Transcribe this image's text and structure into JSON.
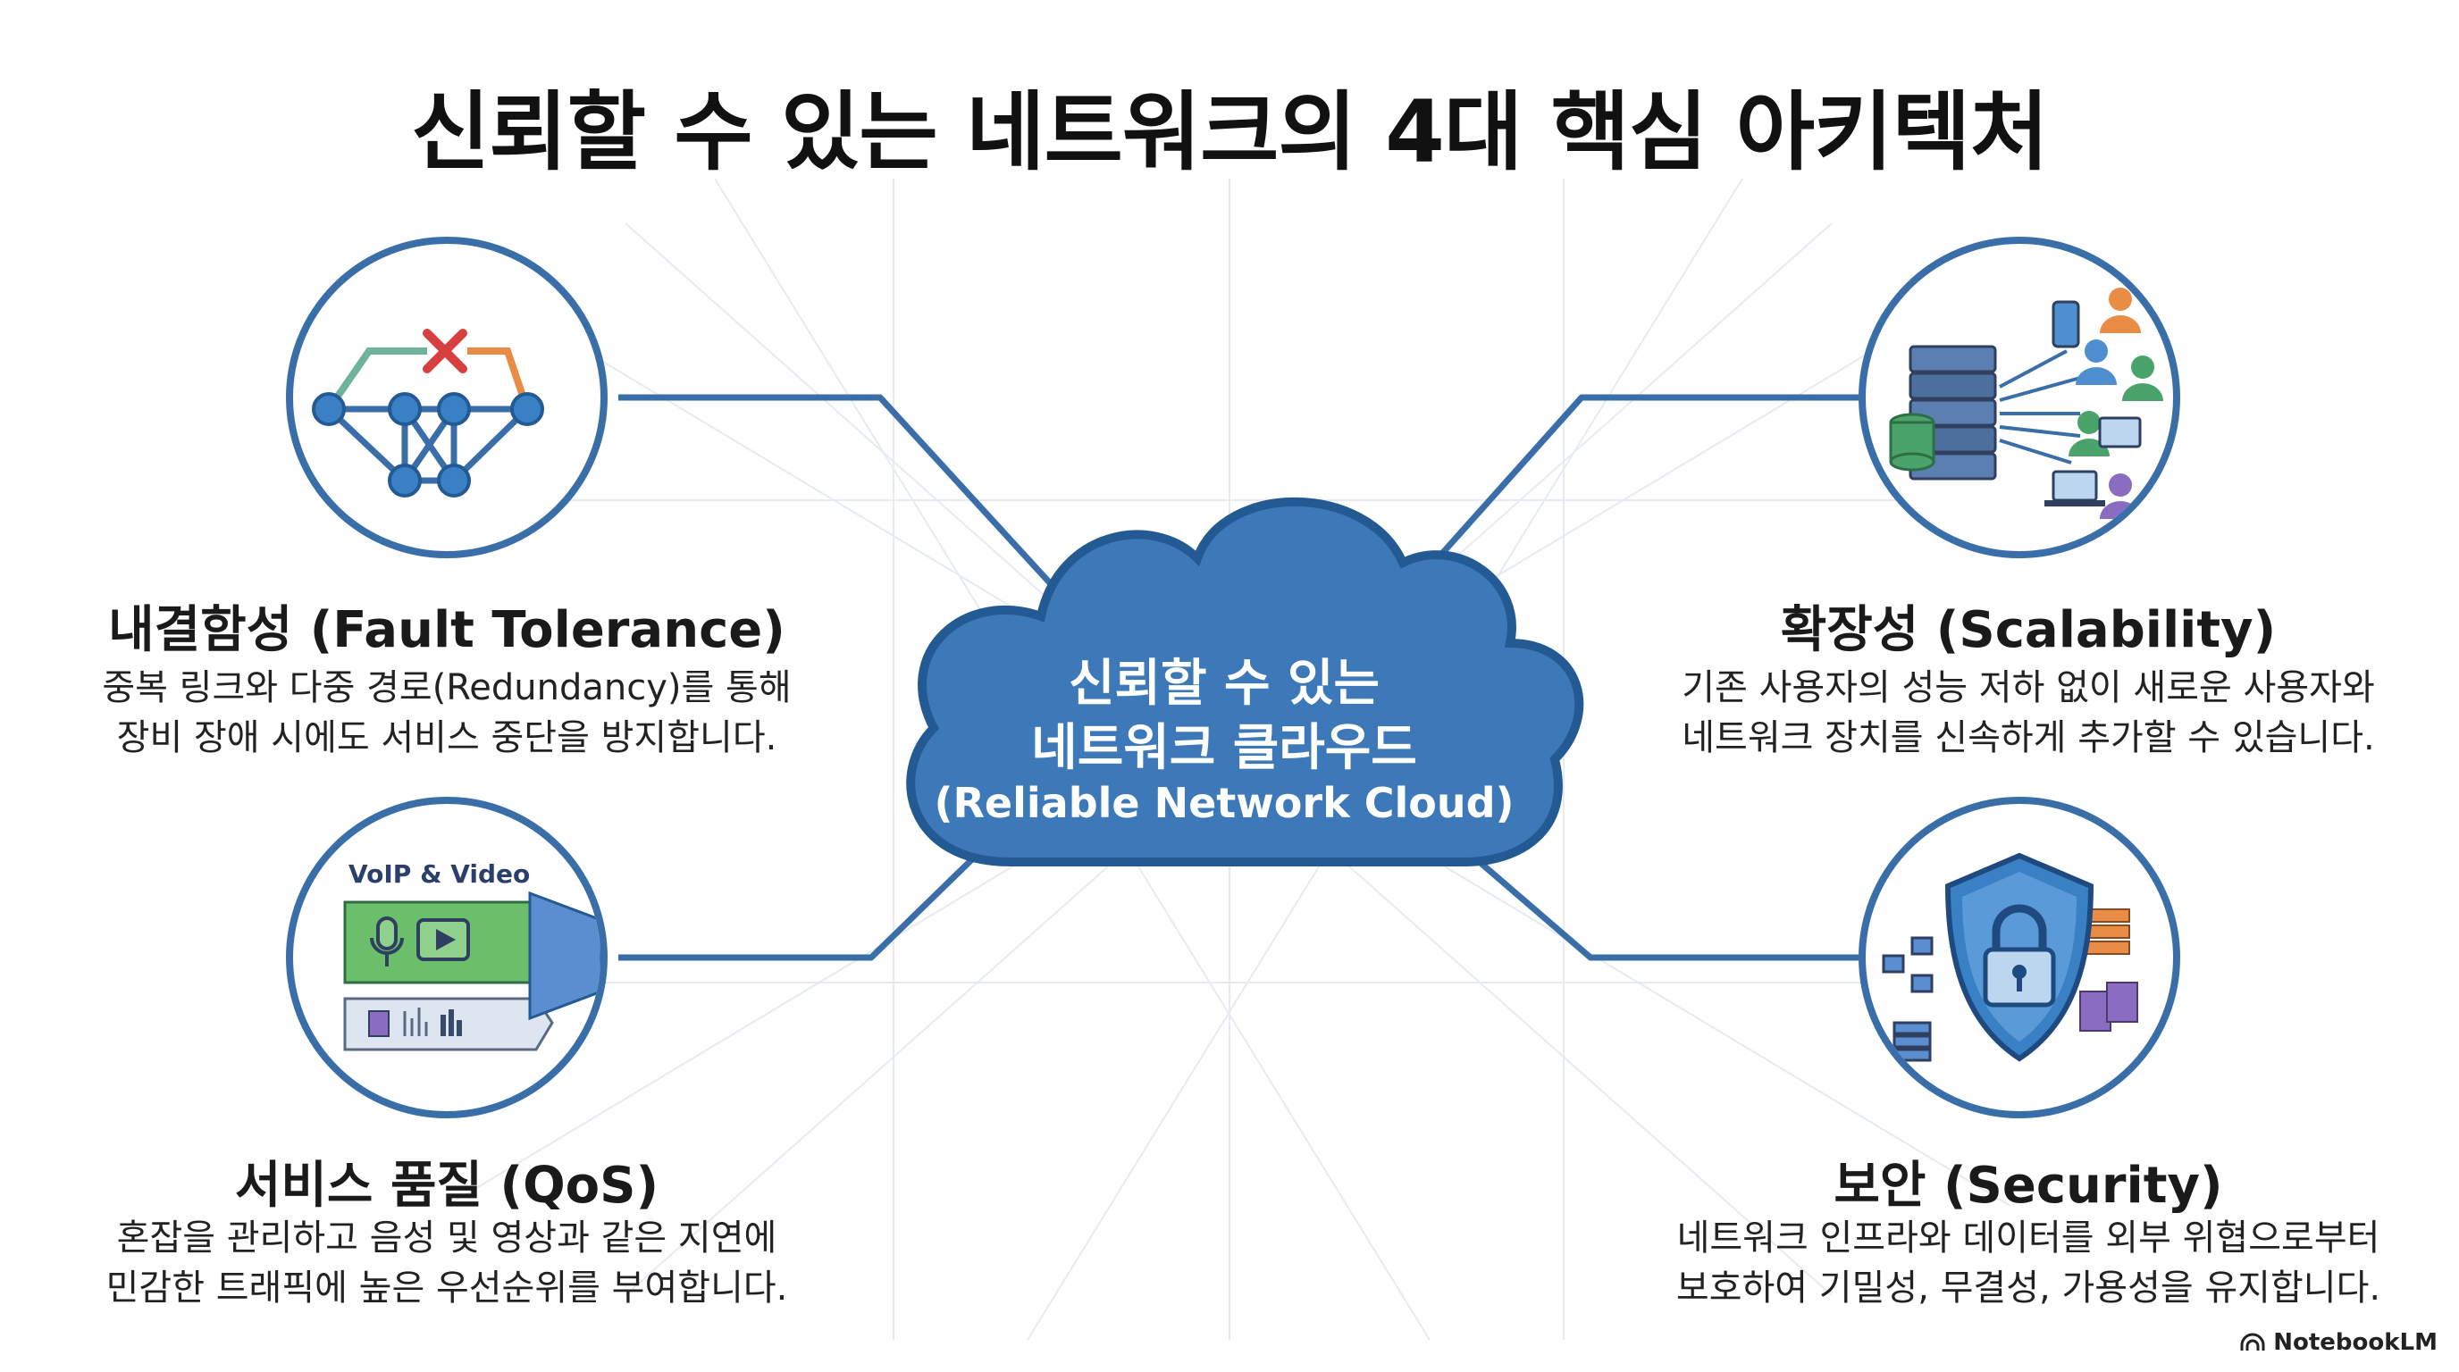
{
  "title": "신뢰할 수 있는 네트워크의 4대 핵심 아키텍처",
  "center": {
    "line1": "신뢰할 수 있는",
    "line2": "네트워크 클라우드",
    "line3": "(Reliable Network Cloud)"
  },
  "features": {
    "fault_tolerance": {
      "title": "내결함성 (Fault Tolerance)",
      "desc1": "중복 링크와 다중 경로(Redundancy)를 통해",
      "desc2": "장비 장애 시에도 서비스 중단을 방지합니다."
    },
    "scalability": {
      "title": "확장성 (Scalability)",
      "desc1": "기존 사용자의 성능 저하 없이 새로운 사용자와",
      "desc2": "네트워크 장치를 신속하게 추가할 수 있습니다."
    },
    "qos": {
      "title": "서비스 품질 (QoS)",
      "desc1": "혼잡을 관리하고 음성 및 영상과 같은 지연에",
      "desc2": "민감한 트래픽에 높은 우선순위를 부여합니다.",
      "icon_label": "VoIP & Video"
    },
    "security": {
      "title": "보안 (Security)",
      "desc1": "네트워크 인프라와 데이터를 외부 위협으로부터",
      "desc2": "보호하여 기밀성, 무결성, 가용성을 유지합니다."
    }
  },
  "brand": "NotebookLM",
  "icons": [
    "network-mesh-icon",
    "server-scaling-icon",
    "traffic-priority-icon",
    "shield-lock-icon"
  ],
  "colors": {
    "accent": "#3a6ea8",
    "cloud": "#3d78b8",
    "cloud_border": "#245a94",
    "alert": "#d84040"
  }
}
